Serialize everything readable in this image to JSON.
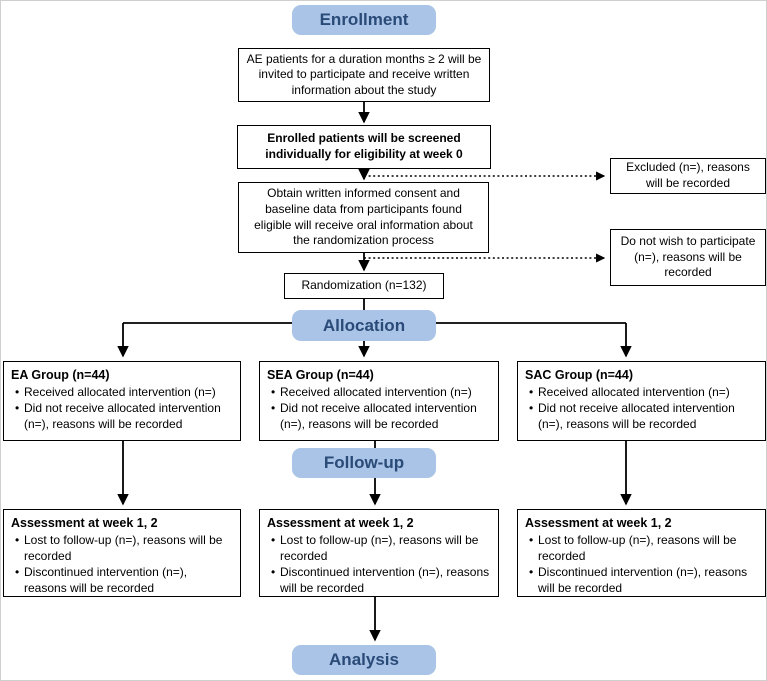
{
  "badges": {
    "enrollment": "Enrollment",
    "allocation": "Allocation",
    "followup": "Follow-up",
    "analysis": "Analysis"
  },
  "boxes": {
    "invite": "AE patients for a duration months ≥ 2 will be invited to participate and receive written information about the study",
    "screening": "Enrolled patients will be screened individually for eligibility at week 0",
    "excluded": "Excluded (n=), reasons will be recorded",
    "consent": "Obtain written informed consent and baseline data from participants found eligible will receive oral information about the randomization process",
    "decline": "Do not wish to participate (n=), reasons will be recorded",
    "randomization": "Randomization (n=132)"
  },
  "groups": [
    {
      "title": "EA Group (n=44)",
      "bullets": [
        "Received allocated intervention (n=)",
        "Did not receive allocated intervention (n=), reasons will be recorded"
      ]
    },
    {
      "title": "SEA Group (n=44)",
      "bullets": [
        "Received allocated intervention (n=)",
        "Did not receive allocated intervention (n=), reasons will be recorded"
      ]
    },
    {
      "title": "SAC Group (n=44)",
      "bullets": [
        "Received allocated intervention (n=)",
        "Did not receive allocated intervention (n=), reasons will be recorded"
      ]
    }
  ],
  "assessments": [
    {
      "title": "Assessment at week 1, 2",
      "bullets": [
        "Lost to follow-up (n=), reasons will be recorded",
        "Discontinued intervention (n=), reasons will be recorded"
      ]
    },
    {
      "title": "Assessment at week 1, 2",
      "bullets": [
        "Lost to follow-up (n=), reasons will be recorded",
        "Discontinued intervention (n=), reasons will be recorded"
      ]
    },
    {
      "title": "Assessment at week 1, 2",
      "bullets": [
        "Lost to follow-up (n=), reasons will be recorded",
        "Discontinued intervention (n=), reasons will be recorded"
      ]
    }
  ],
  "colors": {
    "badge_bg": "#a9c4e6",
    "badge_text": "#2a4a78",
    "line": "#000000",
    "box_border": "#000000"
  }
}
